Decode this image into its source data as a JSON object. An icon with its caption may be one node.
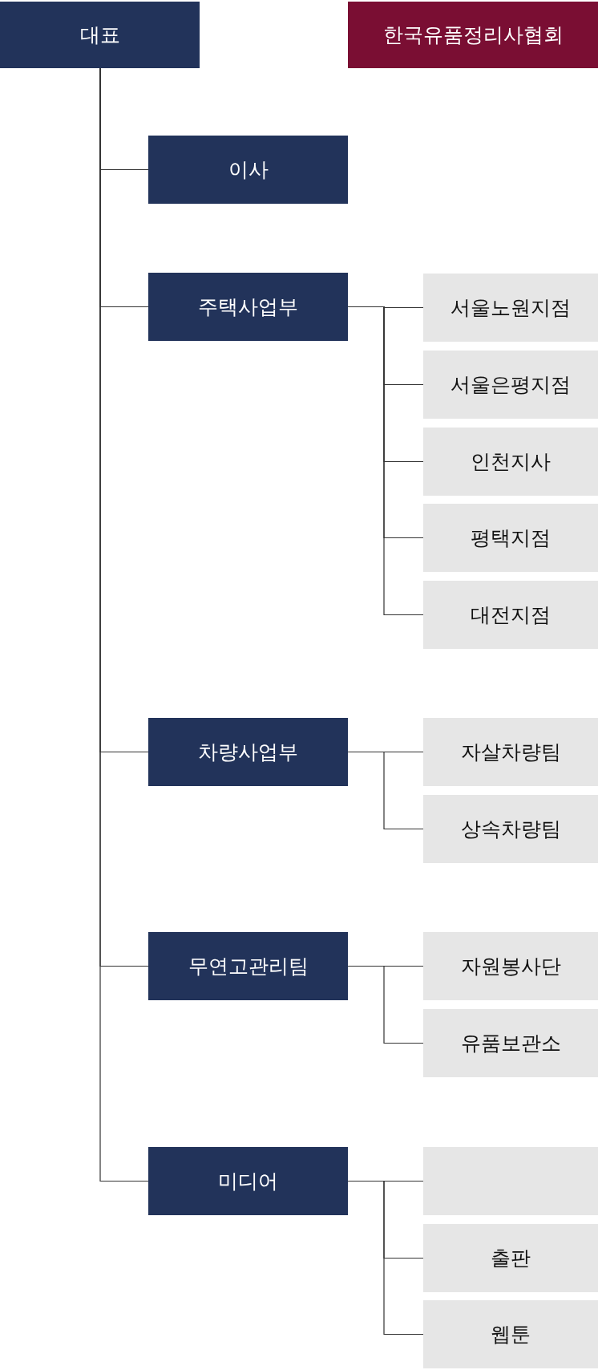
{
  "diagram": {
    "nodes": [
      {
        "text": [
          "대표"
        ]
      },
      {
        "text": [
          "한국유품정리사협회"
        ]
      },
      {
        "text": [
          "이사"
        ]
      },
      {
        "text": [
          "주택사업부"
        ]
      },
      {
        "text": [
          "서울노원지점"
        ]
      },
      {
        "text": [
          "서울은평지점"
        ]
      },
      {
        "text": [
          "인천지사"
        ]
      },
      {
        "text": [
          "평택지점"
        ]
      },
      {
        "text": [
          "대전지점"
        ]
      },
      {
        "text": [
          "차량사업부"
        ]
      },
      {
        "text": [
          "자살차량팀"
        ]
      },
      {
        "text": [
          "상속차량팀"
        ]
      },
      {
        "text": [
          "무연고관리팀"
        ]
      },
      {
        "text": [
          "자원봉사단"
        ]
      },
      {
        "text": [
          "유품보관소"
        ]
      },
      {
        "text": [
          "미디어"
        ]
      },
      {
        "text": [],
        "shape": "box"
      },
      {
        "text": [
          "출판"
        ]
      },
      {
        "text": [
          "웹툰"
        ]
      }
    ],
    "edges": [
      {
        "from": 0,
        "to": 2,
        "arrow": "none"
      },
      {
        "from": 0,
        "to": 3,
        "arrow": "none"
      },
      {
        "from": 0,
        "to": 9,
        "arrow": "none"
      },
      {
        "from": 0,
        "to": 12,
        "arrow": "none"
      },
      {
        "from": 0,
        "to": 15,
        "arrow": "none"
      },
      {
        "from": 3,
        "to": 4,
        "arrow": "none"
      },
      {
        "from": 3,
        "to": 5,
        "arrow": "none"
      },
      {
        "from": 3,
        "to": 6,
        "arrow": "none"
      },
      {
        "from": 3,
        "to": 7,
        "arrow": "none"
      },
      {
        "from": 3,
        "to": 8,
        "arrow": "none"
      },
      {
        "from": 9,
        "to": 10,
        "arrow": "none"
      },
      {
        "from": 9,
        "to": 11,
        "arrow": "none"
      },
      {
        "from": 12,
        "to": 13,
        "arrow": "none"
      },
      {
        "from": 12,
        "to": 14,
        "arrow": "none"
      },
      {
        "from": 15,
        "to": 16,
        "arrow": "none"
      },
      {
        "from": 15,
        "to": 17,
        "arrow": "none"
      },
      {
        "from": 15,
        "to": 18,
        "arrow": "none"
      }
    ]
  }
}
